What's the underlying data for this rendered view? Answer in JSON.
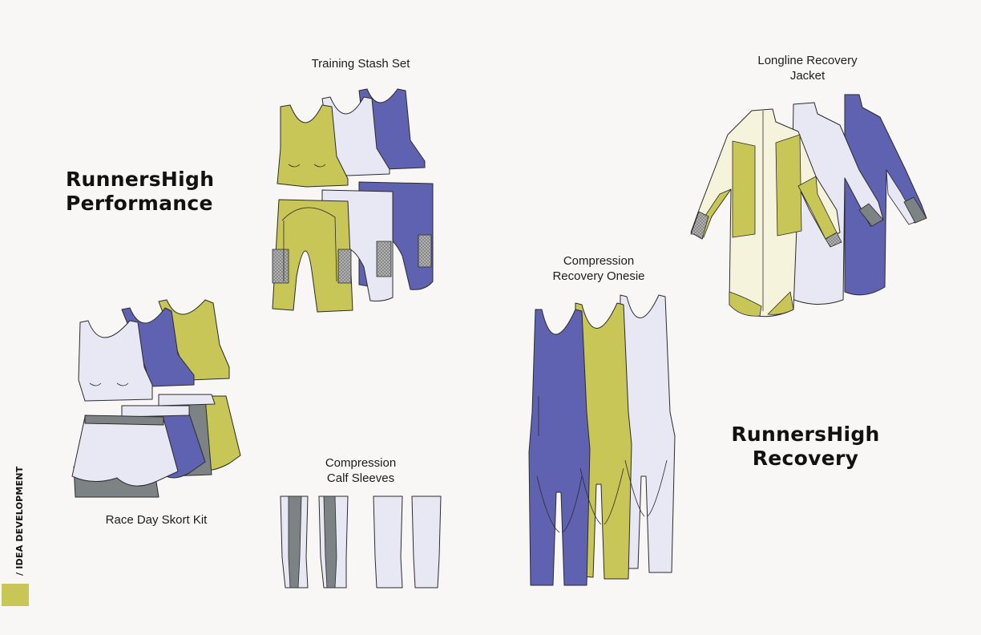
{
  "section_label": "/ IDEA DEVELOPMENT",
  "collections": {
    "performance": {
      "line1": "RunnersHigh",
      "line2": "Performance"
    },
    "recovery": {
      "line1": "RunnersHigh",
      "line2": "Recovery"
    }
  },
  "products": {
    "training_stash_set": {
      "line1": "Training Stash Set"
    },
    "race_day_skort_kit": {
      "line1": "Race Day Skort Kit"
    },
    "compression_calf_sleeves": {
      "line1": "Compression",
      "line2": "Calf Sleeves"
    },
    "compression_recovery_onesie": {
      "line1": "Compression",
      "line2": "Recovery Onesie"
    },
    "longline_recovery_jacket": {
      "line1": "Longline Recovery",
      "line2": "Jacket"
    }
  },
  "colors": {
    "background": "#f8f7f5",
    "accent_lime": "#c9c658",
    "indigo": "#5e62b0",
    "lavender_white": "#e8e8f5",
    "cream": "#f6f3dd",
    "mesh_grey": "#9a9a9a",
    "slate_grey": "#7d8384",
    "outline": "#2b2b2b"
  }
}
